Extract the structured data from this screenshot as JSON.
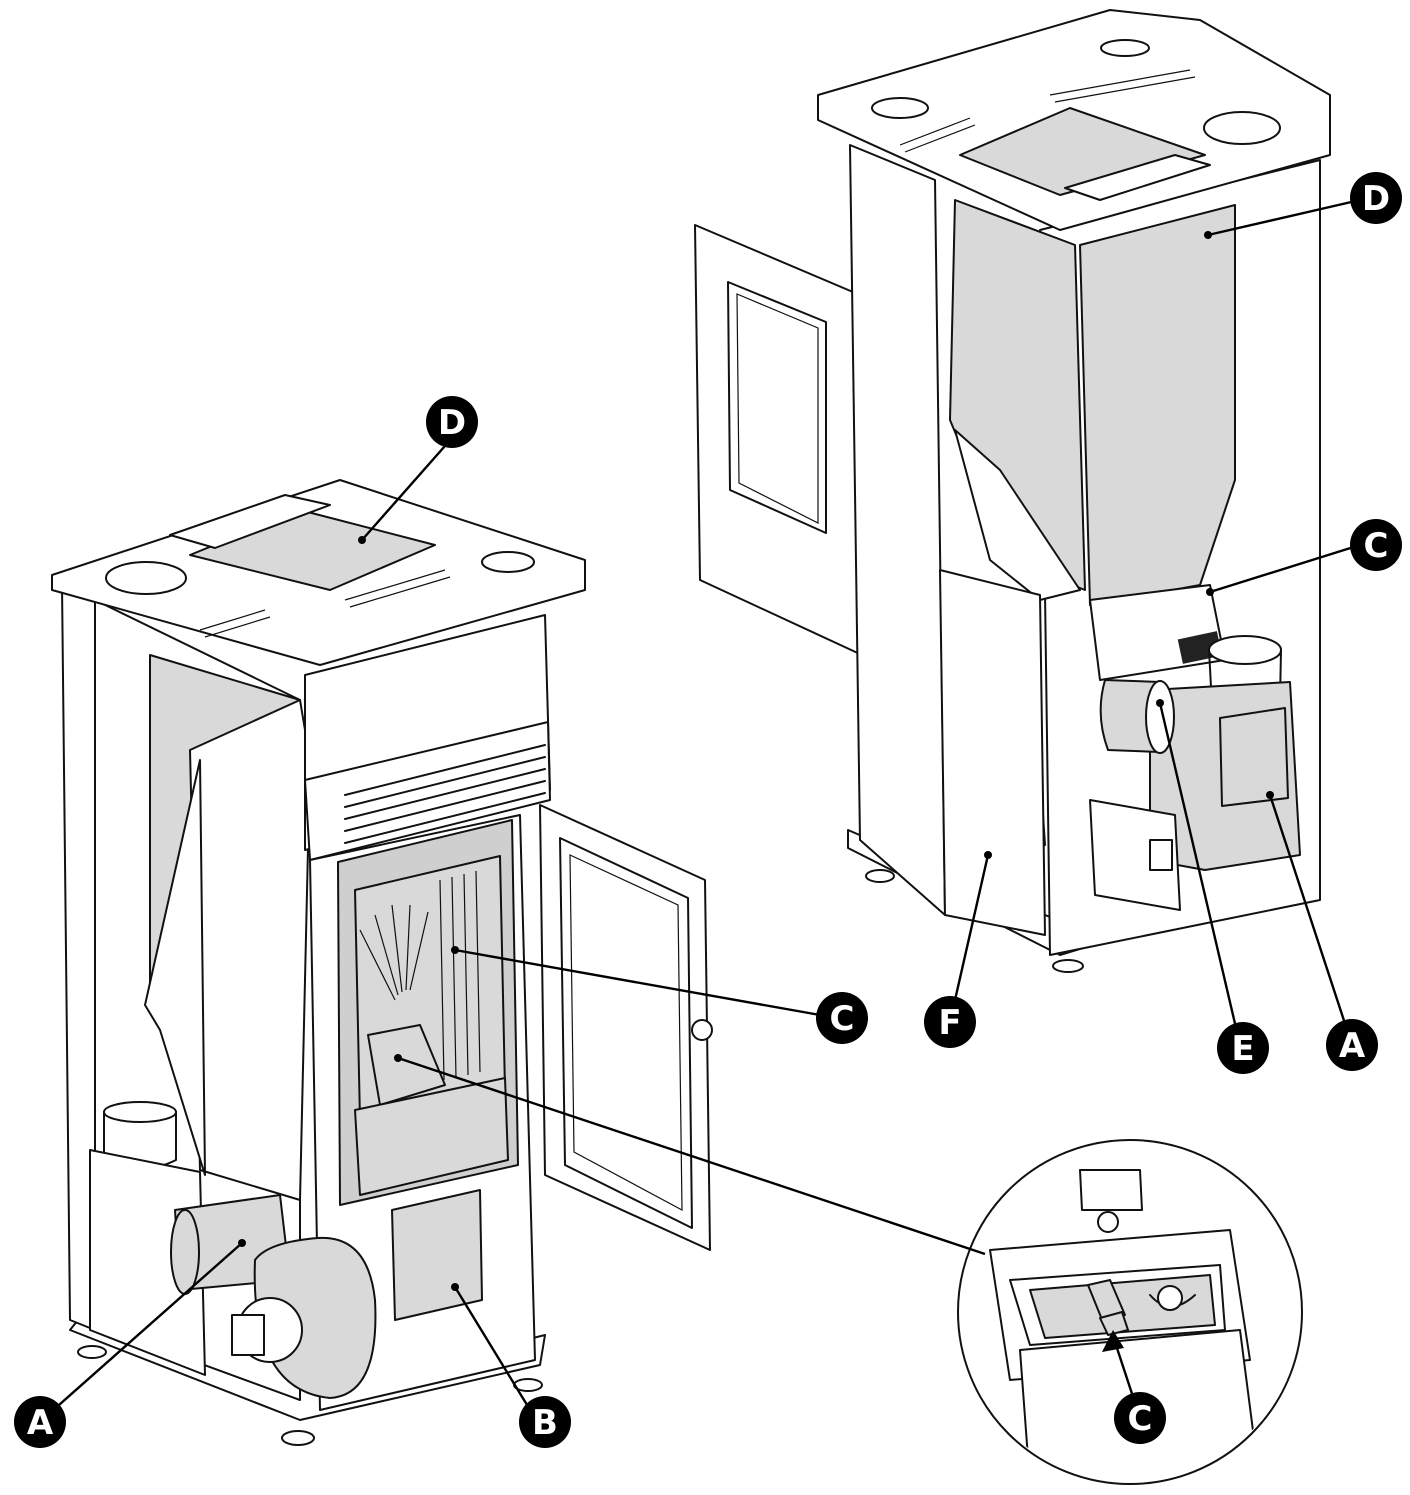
{
  "labels": {
    "left_d": "D",
    "left_c": "C",
    "left_a": "A",
    "left_b": "B",
    "detail_c": "C",
    "right_d": "D",
    "right_c": "C",
    "right_f": "F",
    "right_e": "E",
    "right_a": "A"
  }
}
